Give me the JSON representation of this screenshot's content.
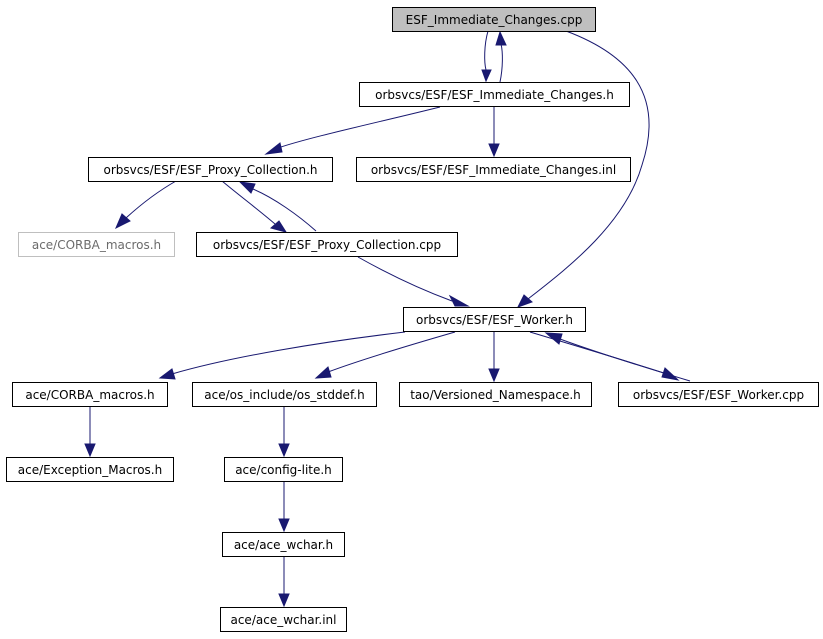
{
  "nodes": {
    "esf_immediate_changes_cpp": "ESF_Immediate_Changes.cpp",
    "esf_immediate_changes_h": "orbsvcs/ESF/ESF_Immediate_Changes.h",
    "esf_proxy_collection_h": "orbsvcs/ESF/ESF_Proxy_Collection.h",
    "esf_immediate_changes_inl": "orbsvcs/ESF/ESF_Immediate_Changes.inl",
    "corba_macros_missing": "ace/CORBA_macros.h",
    "esf_proxy_collection_cpp": "orbsvcs/ESF/ESF_Proxy_Collection.cpp",
    "esf_worker_h": "orbsvcs/ESF/ESF_Worker.h",
    "corba_macros": "ace/CORBA_macros.h",
    "os_stddef_h": "ace/os_include/os_stddef.h",
    "versioned_namespace_h": "tao/Versioned_Namespace.h",
    "esf_worker_cpp": "orbsvcs/ESF/ESF_Worker.cpp",
    "exception_macros_h": "ace/Exception_Macros.h",
    "config_lite_h": "ace/config-lite.h",
    "ace_wchar_h": "ace/ace_wchar.h",
    "ace_wchar_inl": "ace/ace_wchar.inl"
  },
  "colors": {
    "edge": "#191970",
    "root_fill": "#bfbfbf",
    "missing_border": "#bfbfbf"
  }
}
